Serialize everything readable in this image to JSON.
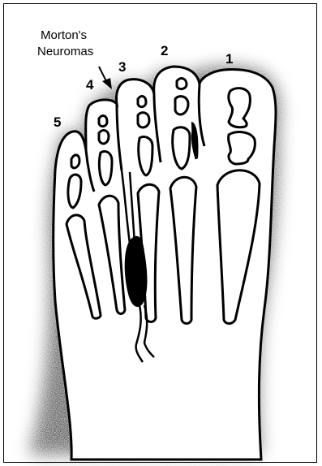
{
  "diagram": {
    "callout": {
      "line1": "Morton's",
      "line2": "Neuromas"
    },
    "toe_numbers": [
      "1",
      "2",
      "3",
      "4",
      "5"
    ]
  }
}
